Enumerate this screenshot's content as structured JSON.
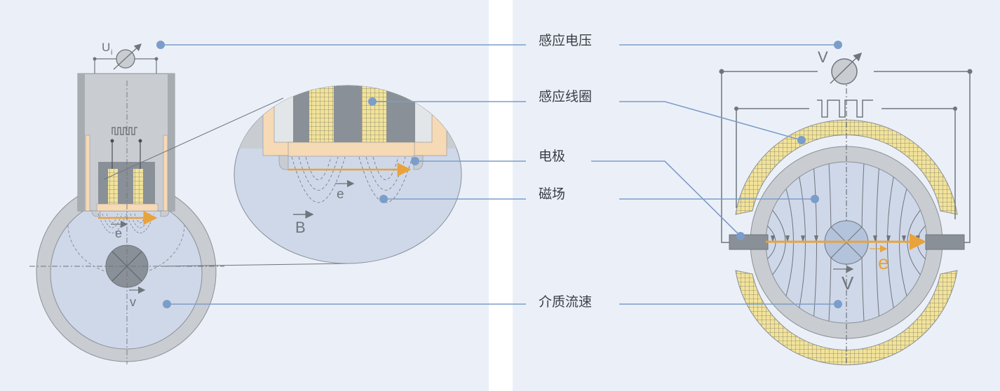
{
  "labels": {
    "induced_voltage": "感应电压",
    "induction_coil": "感应线圈",
    "electrode": "电极",
    "magnetic_field": "磁场",
    "medium_velocity": "介质流速"
  },
  "left_symbols": {
    "voltage": "U",
    "voltage_sub": "i",
    "e": "e",
    "v": "v"
  },
  "zoom_symbols": {
    "e": "e",
    "B": "B"
  },
  "right_symbols": {
    "voltage": "V",
    "v": "V",
    "e": "e"
  },
  "colors": {
    "panel": "#ebf0f8",
    "medium": "#cfd8e9",
    "pipe": "#c9cdd1",
    "coil": "#f2e39a",
    "insulator": "#f6d9b5",
    "electrode": "#8a9097",
    "callout": "#7b9dc9",
    "current_arrow": "#e8a33c"
  }
}
